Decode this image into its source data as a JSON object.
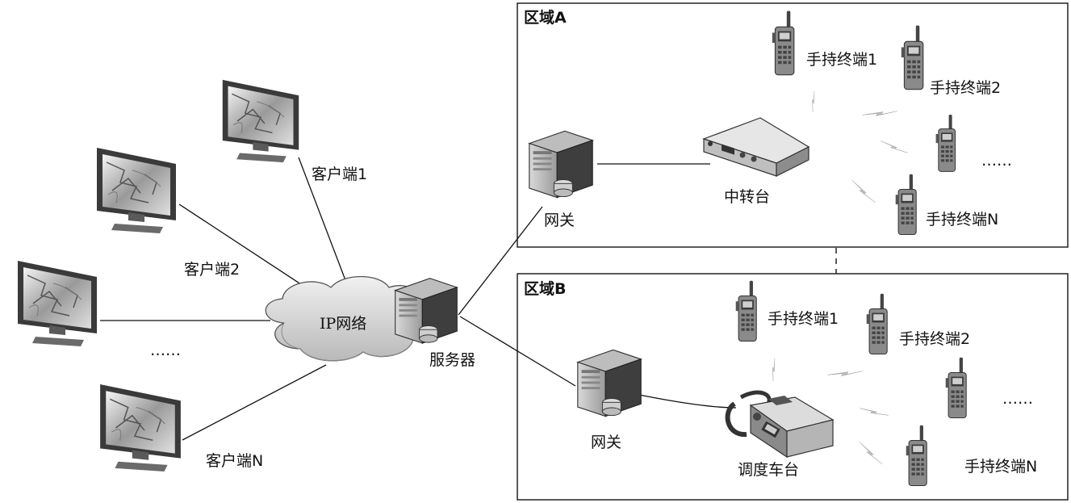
{
  "region_a": {
    "title": "区域A",
    "gateway_label": "网关",
    "repeater_label": "中转台",
    "handsets": [
      "手持终端1",
      "手持终端2",
      "……",
      "手持终端N"
    ]
  },
  "region_b": {
    "title": "区域B",
    "gateway_label": "网关",
    "dispatch_label": "调度车台",
    "handsets": [
      "手持终端1",
      "手持终端2",
      "……",
      "手持终端N"
    ]
  },
  "network": {
    "cloud_label": "IP网络",
    "server_label": "服务器"
  },
  "clients": {
    "labels": [
      "客户端1",
      "客户端2",
      "……",
      "客户端N"
    ]
  },
  "icons": [
    "monitor-icon",
    "server-icon",
    "cloud-icon",
    "repeater-icon",
    "dispatch-radio-icon",
    "handset-radio-icon",
    "wireless-signal-icon"
  ]
}
